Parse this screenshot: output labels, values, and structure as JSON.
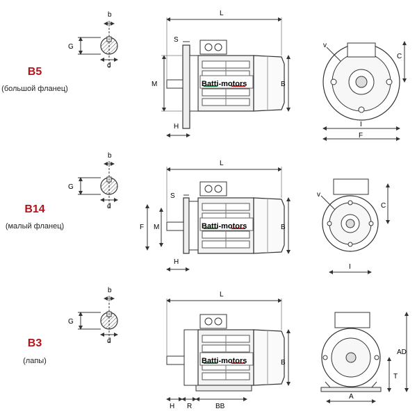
{
  "accent": "#b5121b",
  "brand": "Batti-motors",
  "flag": {
    "green": "#1c8a3a",
    "white": "#ffffff",
    "red": "#d21e1e"
  },
  "sections": [
    {
      "code": "B5",
      "subtitle": "(большой фланец)",
      "shaft": {
        "b": "b",
        "G": "G",
        "d": "d"
      },
      "side": {
        "L": "L",
        "S": "S",
        "M": "M",
        "H": "H",
        "B": "B"
      },
      "front": {
        "v": "v",
        "C": "C",
        "I": "I",
        "F": "F"
      }
    },
    {
      "code": "B14",
      "subtitle": "(малый фланец)",
      "shaft": {
        "b": "b",
        "G": "G",
        "d": "d"
      },
      "side": {
        "L": "L",
        "S": "S",
        "F": "F",
        "M": "M",
        "H": "H",
        "B": "B"
      },
      "front": {
        "v": "v",
        "C": "C",
        "I": "I"
      }
    },
    {
      "code": "B3",
      "subtitle": "(лапы)",
      "shaft": {
        "b": "b",
        "G": "G",
        "d": "d"
      },
      "side": {
        "L": "L",
        "B": "B",
        "H": "H",
        "R": "R",
        "BB": "BB"
      },
      "front": {
        "AD": "AD",
        "T": "T",
        "A": "A"
      }
    }
  ]
}
